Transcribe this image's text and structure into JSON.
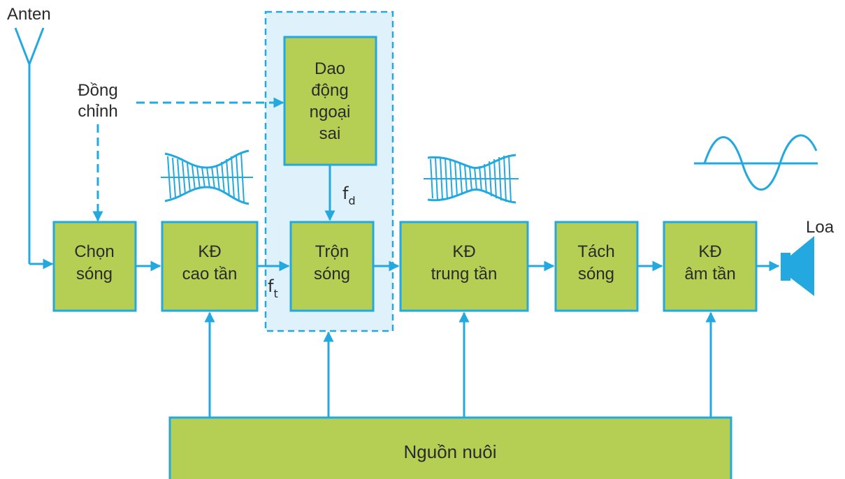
{
  "antenna_label": "Anten",
  "tuning_label": [
    "Đồng",
    "chỉnh"
  ],
  "speaker_label": "Loa",
  "blocks": {
    "chon_song": [
      "Chọn",
      "sóng"
    ],
    "kd_cao_tan": [
      "KĐ",
      "cao tần"
    ],
    "tron_song": [
      "Trộn",
      "sóng"
    ],
    "dao_dong": [
      "Dao",
      "động",
      "ngoại",
      "sai"
    ],
    "kd_trung_tan": [
      "KĐ",
      "trung tần"
    ],
    "tach_song": [
      "Tách",
      "sóng"
    ],
    "kd_am_tan": [
      "KĐ",
      "âm tần"
    ],
    "nguon_nuoi": "Nguồn nuôi"
  },
  "signals": {
    "ft": {
      "base": "f",
      "sub": "t"
    },
    "fd": {
      "base": "f",
      "sub": "d"
    }
  },
  "colors": {
    "block_fill": "#b5cf55",
    "line": "#23a8df",
    "highlight": "#dff1fb"
  }
}
